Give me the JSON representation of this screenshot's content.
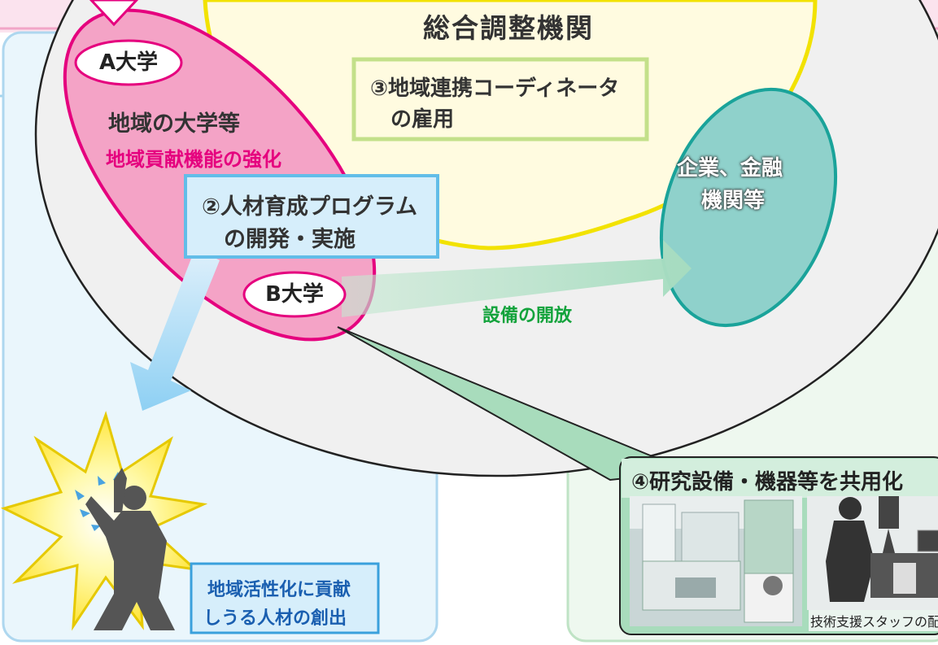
{
  "central": {
    "title": "総合調整機関"
  },
  "coordinator": {
    "line1": "③地域連携コーディネータ",
    "line2": "の雇用"
  },
  "universities": {
    "a_label": "A大学",
    "b_label": "B大学",
    "group_title": "地域の大学等",
    "group_subtitle": "地域貢献機能の強化"
  },
  "program": {
    "line1": "②人材育成プログラム",
    "line2": "の開発・実施"
  },
  "companies": {
    "line1": "企業、金融",
    "line2": "機関等"
  },
  "equipment_open": "設備の開放",
  "talent": {
    "line1": "地域活性化に貢献",
    "line2": "しうる人材の創出"
  },
  "shared_equipment": {
    "title": "④研究設備・機器等を共用化",
    "caption": "技術支援スタッフの配"
  },
  "colors": {
    "pink": "#f4a3c6",
    "pink_border": "#e5007e",
    "teal": "#8fd1cb",
    "teal_border": "#1aa39a",
    "yellow_fill": "#fffbe0",
    "yellow_border": "#f2e200",
    "green_text": "#13a33c",
    "blue_text": "#1a5fb0"
  }
}
